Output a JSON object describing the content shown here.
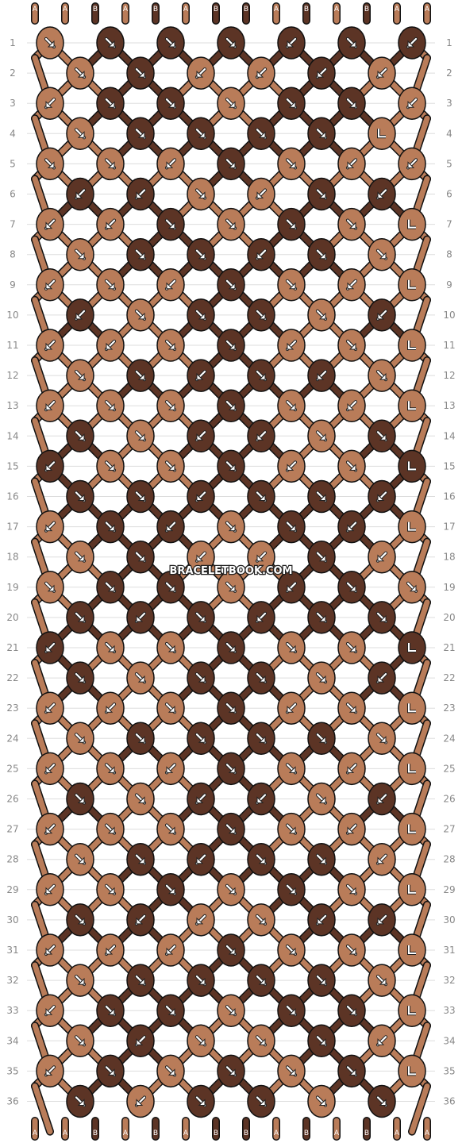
{
  "watermark": "BRACELETBOOK.COM",
  "colors": {
    "A": "#b97c59",
    "B": "#5c3425",
    "outline": "#111111",
    "row_line": "#dddddd",
    "row_label": "#888888",
    "arrow": "#ffffff",
    "background": "#ffffff"
  },
  "strings_top": [
    "A",
    "A",
    "B",
    "A",
    "B",
    "A",
    "B",
    "B",
    "A",
    "B",
    "A",
    "B",
    "A",
    "A"
  ],
  "strings_bottom": [
    "A",
    "A",
    "B",
    "A",
    "B",
    "A",
    "B",
    "B",
    "A",
    "B",
    "A",
    "B",
    "A",
    "A"
  ],
  "row_labels": [
    "1",
    "2",
    "3",
    "4",
    "5",
    "6",
    "7",
    "8",
    "9",
    "10",
    "11",
    "12",
    "13",
    "14",
    "15",
    "16",
    "17",
    "18",
    "19",
    "20",
    "21",
    "22",
    "23",
    "24",
    "25",
    "26",
    "27",
    "28",
    "29",
    "30",
    "31",
    "32",
    "33",
    "34",
    "35",
    "36"
  ],
  "knot_rows": [
    "A:f A:bb B:f A:bb B:f A:bb B:f A:bb B:b A:bb B:f A:bb B:b A:bb A:bf",
    "A:f B:f A:b A:bb B:b A:bb A:bf",
    "A:b B:f B:f A:f B:f B:f A:bb",
    "A:f B:f B:f B:f B:f A:bf",
    "A:f A:f A:b B:f A:f A:b A:bb",
    "B:b B:b A:f A:b B:f B:b",
    "A:b A:b B:f A:f B:f A:f A:bf",
    "A:f B:f B:f B:b B:f A:f",
    "A:b A:f A:b B:f A:f A:b A:bf",
    "B:b A:f B:f B:f A:f B:b",
    "A:b A:b A:f B:f A:b A:f A:bf",
    "A:f B:f B:b B:f B:b A:f",
    "A:b A:f A:f B:f A:f A:b A:bf",
    "B:f A:f B:b B:b A:f B:f",
    "B:b A:f A:f B:f A:b A:f B:bf",
    "B:f B:f B:b B:f B:f B:b",
    "A:b B:f B:b A:f B:f B:b A:bf",
    "A:f B:f A:b A:b B:f A:b",
    "A:f B:f B:f A:f B:b B:f A:ff",
    "B:f B:b B:f B:b B:f B:f",
    "B:b A:f A:f B:f A:f A:f B:bf",
    "B:f A:f B:f B:f A:f B:b",
    "A:b A:b A:f B:f A:b A:f A:bf",
    "A:f B:f B:f B:f B:f A:f",
    "A:b A:f A:b B:f A:f A:b A:bf",
    "B:f A:f B:b B:b A:f B:b",
    "A:b A:f A:f B:f A:f A:b A:bf",
    "A:f B:f B:b B:f B:f A:b",
    "A:b A:f B:f A:f B:f A:f A:bf",
    "B:f B:b A:b A:f B:b B:b",
    "A:b A:b A:b B:f A:f A:f A:bf",
    "A:f B:f B:f B:f B:f A:f",
    "A:b B:f B:f A:f B:f B:f A:bf",
    "A:f B:b A:f A:f B:f A:b",
    "A:b B:f A:f B:f A:f B:f A:bf",
    "B:f A:b B:f B:f A:f B:f"
  ]
}
